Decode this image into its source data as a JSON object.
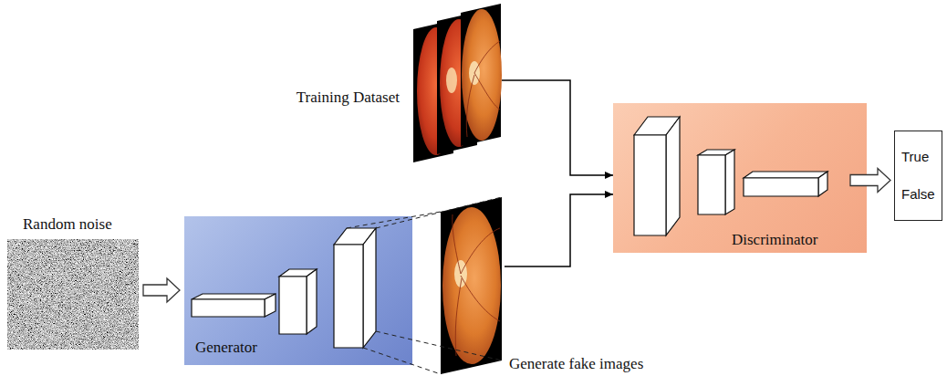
{
  "diagram": {
    "nodes": [
      {
        "text": [
          "Training Dataset"
        ]
      },
      {
        "text": [
          "Random noise"
        ]
      },
      {
        "text": [
          "Generator"
        ]
      },
      {
        "text": [
          "Generate fake images"
        ]
      },
      {
        "text": [
          "Discriminator"
        ]
      },
      {
        "text": [
          "True",
          "False"
        ]
      }
    ],
    "edges": [
      {
        "from": 1,
        "to": 2,
        "arrow": "to"
      },
      {
        "from": 2,
        "to": 3,
        "arrow": "none"
      },
      {
        "from": 0,
        "to": 4,
        "arrow": "to"
      },
      {
        "from": 3,
        "to": 4,
        "arrow": "to"
      },
      {
        "from": 4,
        "to": 5,
        "arrow": "to"
      }
    ]
  }
}
